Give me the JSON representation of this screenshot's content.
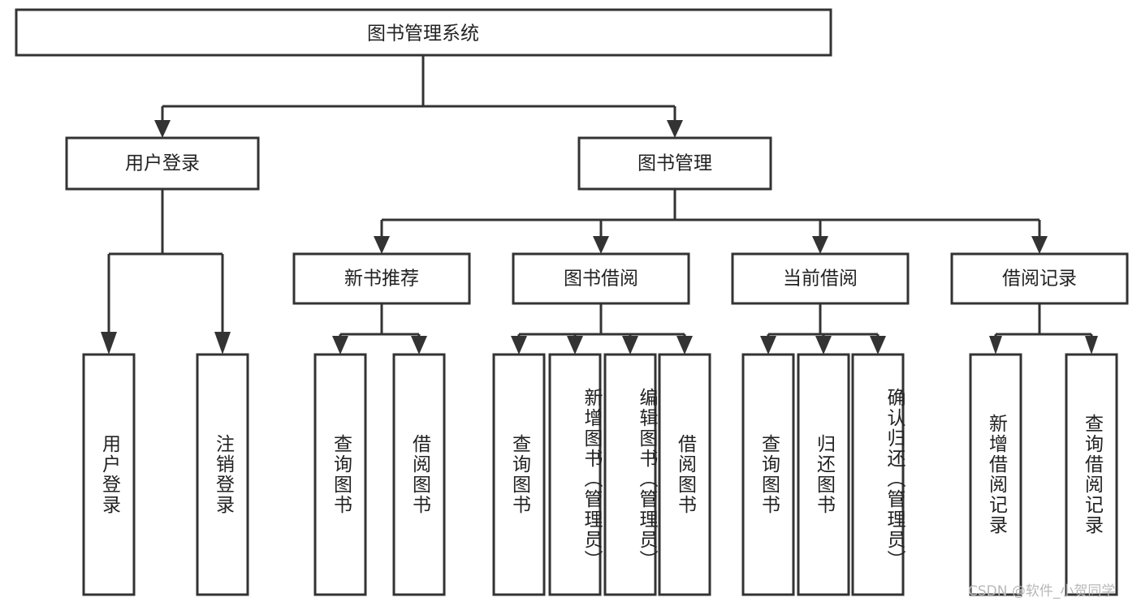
{
  "diagram": {
    "title": "图书管理系统",
    "type": "tree-hierarchy",
    "orientation": "top-down",
    "colors": {
      "box_stroke": "#333333",
      "box_fill": "#ffffff",
      "text": "#222222",
      "background": "#ffffff",
      "watermark": "#b8b8b8"
    },
    "root": {
      "label": "图书管理系统"
    },
    "level2": [
      {
        "label": "用户登录"
      },
      {
        "label": "图书管理"
      }
    ],
    "level3": [
      {
        "label": "新书推荐"
      },
      {
        "label": "图书借阅"
      },
      {
        "label": "当前借阅"
      },
      {
        "label": "借阅记录"
      }
    ],
    "leaves": {
      "user_login": [
        {
          "label": "用户登录"
        },
        {
          "label": "注销登录"
        }
      ],
      "new_book_recommend": [
        {
          "label": "查询图书"
        },
        {
          "label": "借阅图书"
        }
      ],
      "book_borrow": [
        {
          "label": "查询图书"
        },
        {
          "label": "新增图书（管理员）"
        },
        {
          "label": "编辑图书（管理员）"
        },
        {
          "label": "借阅图书"
        }
      ],
      "current_borrow": [
        {
          "label": "查询图书"
        },
        {
          "label": "归还图书"
        },
        {
          "label": "确认归还（管理员）"
        }
      ],
      "borrow_record": [
        {
          "label": "新增借阅记录"
        },
        {
          "label": "查询借阅记录"
        }
      ]
    }
  },
  "watermark": {
    "text": "CSDN @软件_小贺同学"
  }
}
